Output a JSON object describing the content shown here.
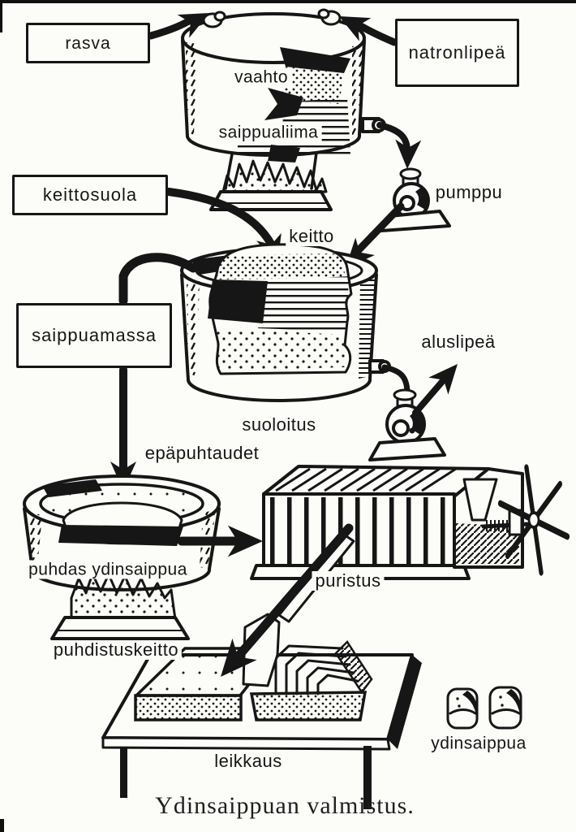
{
  "figure": {
    "caption": "Ydinsaippuan valmistus.",
    "ink_color": "#161616",
    "paper_color": "#fcfcf9"
  },
  "boxes": {
    "rasva": "rasva",
    "natronlipea": "natronlipeä",
    "keittosuola": "keittosuola",
    "saippuamassa": "saippuamassa"
  },
  "labels": {
    "vaahto": "vaahto",
    "saippualiima": "saippualiima",
    "pumppu": "pumppu",
    "keitto": "keitto",
    "suoloitus": "suoloitus",
    "aluslipea": "aluslipeä",
    "epapuhtaudet": "epäpuhtaudet",
    "puhdas_ydinsaippua": "puhdas ydinsaippua",
    "puhdistuskeitto": "puhdistuskeitto",
    "puristus": "puristus",
    "leikkaus": "leikkaus",
    "ydinsaippua": "ydinsaippua"
  }
}
